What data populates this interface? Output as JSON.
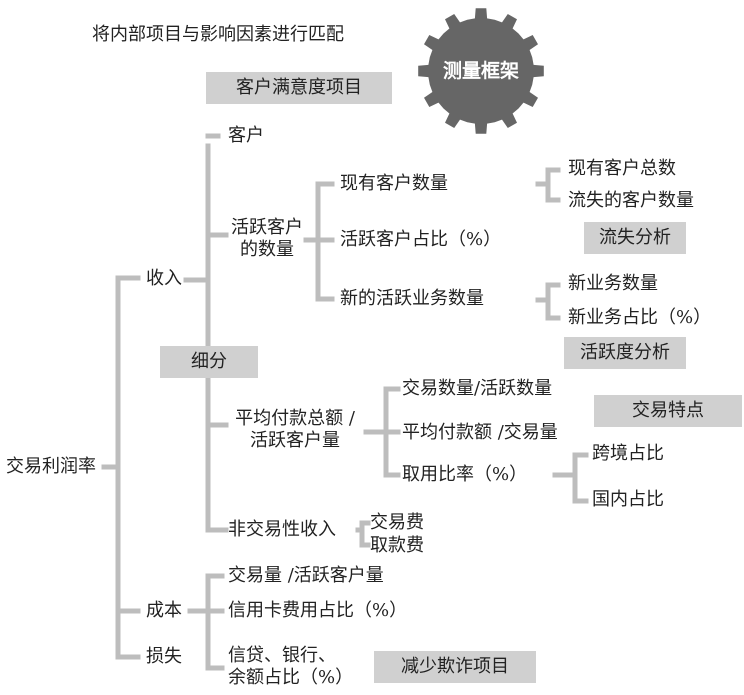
{
  "header": {
    "instruction": "将内部项目与影响因素进行匹配",
    "gear_label": "测量框架",
    "customer_satisfaction_project": "客户满意度项目"
  },
  "root": "交易利润率",
  "level1": {
    "revenue": "收入",
    "cost": "成本",
    "loss": "损失"
  },
  "segment": "细分",
  "revenue": {
    "customer": "客户",
    "active_customers": [
      "活跃客户",
      "的数量"
    ],
    "avg_payment": [
      "平均付款总额 /",
      "活跃客户量"
    ],
    "non_transaction_income": "非交易性收入"
  },
  "active_customers_children": {
    "existing": "现有客户数量",
    "active_ratio": "活跃客户占比（%）",
    "new_active": "新的活跃业务数量"
  },
  "existing_children": {
    "total": "现有客户总数",
    "churned": "流失的客户数量"
  },
  "churn_analysis": "流失分析",
  "new_active_children": {
    "count": "新业务数量",
    "ratio": "新业务占比（%）"
  },
  "activity_analysis": "活跃度分析",
  "avg_payment_children": {
    "txn_per_active": "交易数量/活跃数量",
    "avg_per_txn": "平均付款额 /交易量",
    "withdraw_rate": "取用比率（%）"
  },
  "transaction_features": "交易特点",
  "withdraw_children": {
    "cross_border": "跨境占比",
    "domestic": "国内占比"
  },
  "non_transaction_children": {
    "txn_fee": "交易费",
    "withdraw_fee": "取款费"
  },
  "cost_children": {
    "txn_per_active": "交易量 /活跃客户量",
    "credit_card_ratio": "信用卡费用占比（%）",
    "credit_bank_balance": [
      "信贷、银行、",
      "余额占比（%）"
    ]
  },
  "fraud_reduction_project": "减少欺诈项目",
  "colors": {
    "line": "#bdbdbd",
    "box": "#d0d0d0",
    "gear": "#666666",
    "gear_text": "#ffffff",
    "text": "#222222"
  }
}
